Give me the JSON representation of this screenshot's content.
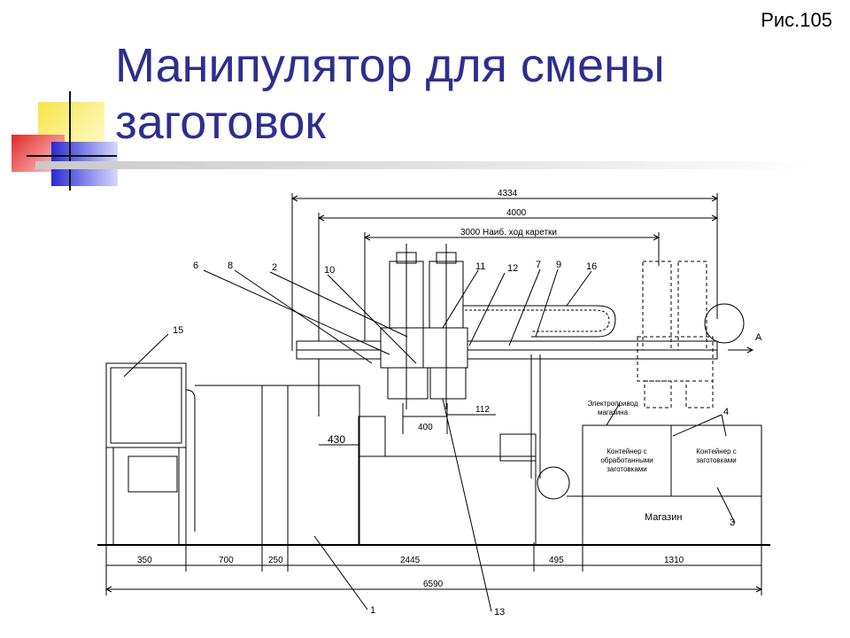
{
  "figure_ref": "Рис.105",
  "title": "Манипулятор для смены заготовок",
  "dimensions": {
    "overall_4334": "4334",
    "d_4000": "4000",
    "travel": "3000 Наиб. ход каретки",
    "d_400": "400",
    "d_112": "112",
    "d_430": "430",
    "d_350": "350",
    "d_700": "700",
    "d_250": "250",
    "d_2445": "2445",
    "d_495": "495",
    "d_1310": "1310",
    "overall_6590": "6590"
  },
  "callouts": [
    "6",
    "8",
    "2",
    "10",
    "11",
    "12",
    "7",
    "9",
    "16",
    "15",
    "4",
    "3",
    "1",
    "13"
  ],
  "labels": {
    "view_a": "А",
    "magazine_drive": "Электропривод магазина",
    "container_machined": "Контейнер с обработанными заготовками",
    "container_blanks": "Контейнер с заготовками",
    "magazine": "Магазин"
  },
  "colors": {
    "title": "#2e2e8f",
    "deco_yellow": "#f4e23a",
    "deco_red": "#e23a3a",
    "deco_blue": "#3030c8"
  }
}
